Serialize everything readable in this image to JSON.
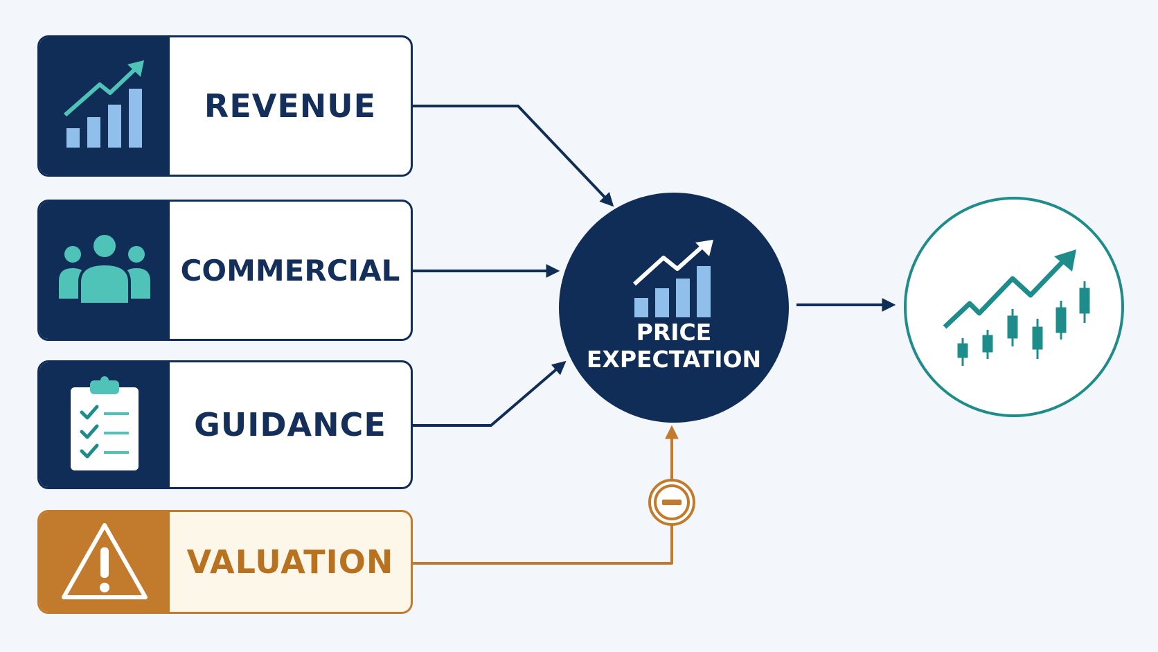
{
  "factors": [
    {
      "id": "revenue",
      "label": "REVENUE",
      "icon": "growth-chart-icon"
    },
    {
      "id": "commercial",
      "label": "COMMERCIAL",
      "icon": "team-icon"
    },
    {
      "id": "guidance",
      "label": "GUIDANCE",
      "icon": "checklist-clipboard-icon"
    },
    {
      "id": "valuation",
      "label": "VALUATION",
      "icon": "warning-icon",
      "effect": "negative"
    }
  ],
  "central_node": {
    "line1": "PRICE",
    "line2": "EXPECTATION",
    "icon": "growth-chart-icon"
  },
  "outcome_node": {
    "icon": "candlestick-trend-icon"
  },
  "valuation_effect_icon": "minus-icon",
  "colors": {
    "navy": "#0f2d57",
    "light_blue": "#8fbfea",
    "teal": "#1f8c8c",
    "teal_light": "#4fc3b8",
    "amber": "#c27b2c",
    "amber_bg": "#fdf7ea",
    "background": "#f3f6fa"
  }
}
